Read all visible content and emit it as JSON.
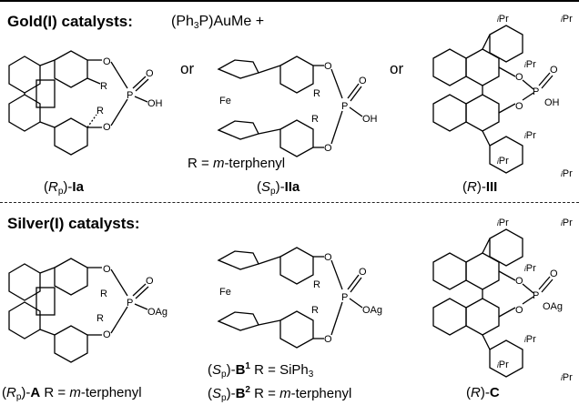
{
  "gold": {
    "title": "Gold(I) catalysts:",
    "reagent_prefix": "(Ph",
    "reagent_sub": "3",
    "reagent_suffix": "P)AuMe  +",
    "or1": "or",
    "or2": "or",
    "r_def": "R = ",
    "r_def_italic": "m",
    "r_def_rest": "-terphenyl",
    "label_Ia": {
      "open": "(",
      "R": "R",
      "p": "p",
      "close": ")-",
      "bold": "Ia"
    },
    "label_IIa": {
      "open": "(",
      "S": "S",
      "p": "p",
      "close": ")-",
      "bold": "IIa"
    },
    "label_III": {
      "open": "(",
      "R": "R",
      "close": ")-",
      "bold": "III"
    }
  },
  "silver": {
    "title": "Silver(I) catalysts:",
    "label_A": {
      "open": "(",
      "R": "R",
      "p": "p",
      "close": ")-",
      "bold": "A",
      "rdef": "  R = ",
      "m": "m",
      "rest": "-terphenyl"
    },
    "label_B1": {
      "open": "(",
      "S": "S",
      "p": "p",
      "close": ")-",
      "bold": "B",
      "sup": "1",
      "rdef": "  R = SiPh",
      "sub": "3"
    },
    "label_B2": {
      "open": "(",
      "S": "S",
      "p": "p",
      "close": ")-",
      "bold": "B",
      "sup": "2",
      "rdef": "  R = ",
      "m": "m",
      "rest": "-terphenyl"
    },
    "label_C": {
      "open": "(",
      "R": "R",
      "close": ")-",
      "bold": "C"
    }
  },
  "atoms": {
    "O": "O",
    "P": "P",
    "OH": "OH",
    "OAg": "OAg",
    "Fe": "Fe",
    "R": "R",
    "iPr_i": "i",
    "iPr_Pr": "Pr"
  }
}
